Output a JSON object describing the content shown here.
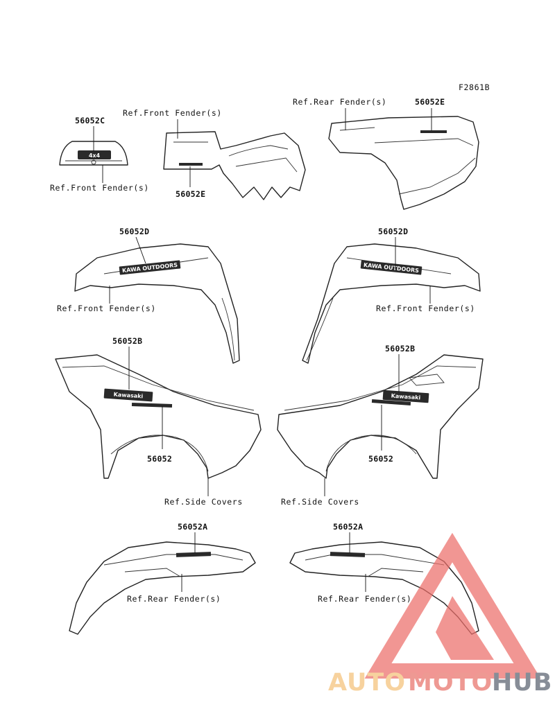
{
  "figure_id": "F2861B",
  "labels": {
    "c_code": "56052C",
    "c_ref": "Ref.Front Fender(s)",
    "e_left_ref": "Ref.Front Fender(s)",
    "e_left_code": "56052E",
    "e_right_ref": "Ref.Rear Fender(s)",
    "e_right_code": "56052E",
    "d_left_code": "56052D",
    "d_left_ref": "Ref.Front Fender(s)",
    "d_right_code": "56052D",
    "d_right_ref": "Ref.Front Fender(s)",
    "b_left_code": "56052B",
    "base_left_code": "56052",
    "side_left_ref": "Ref.Side Covers",
    "b_right_code": "56052B",
    "base_right_code": "56052",
    "side_right_ref": "Ref.Side Covers",
    "a_left_code": "56052A",
    "a_left_ref": "Ref.Rear Fender(s)",
    "a_right_code": "56052A",
    "a_right_ref": "Ref.Rear Fender(s)"
  },
  "decals": {
    "badge_4x4": "4x4",
    "brand": "Kawasaki",
    "outdoors": "KAWA OUTDOORS"
  },
  "watermark": {
    "part1": "AUTO",
    "part2": "MOTO",
    "part3": "HUB",
    "colors": {
      "auto": "#f4c27a",
      "moto": "#e8736a",
      "hub": "#5a6270",
      "triangle": "#ec6f6a"
    }
  }
}
